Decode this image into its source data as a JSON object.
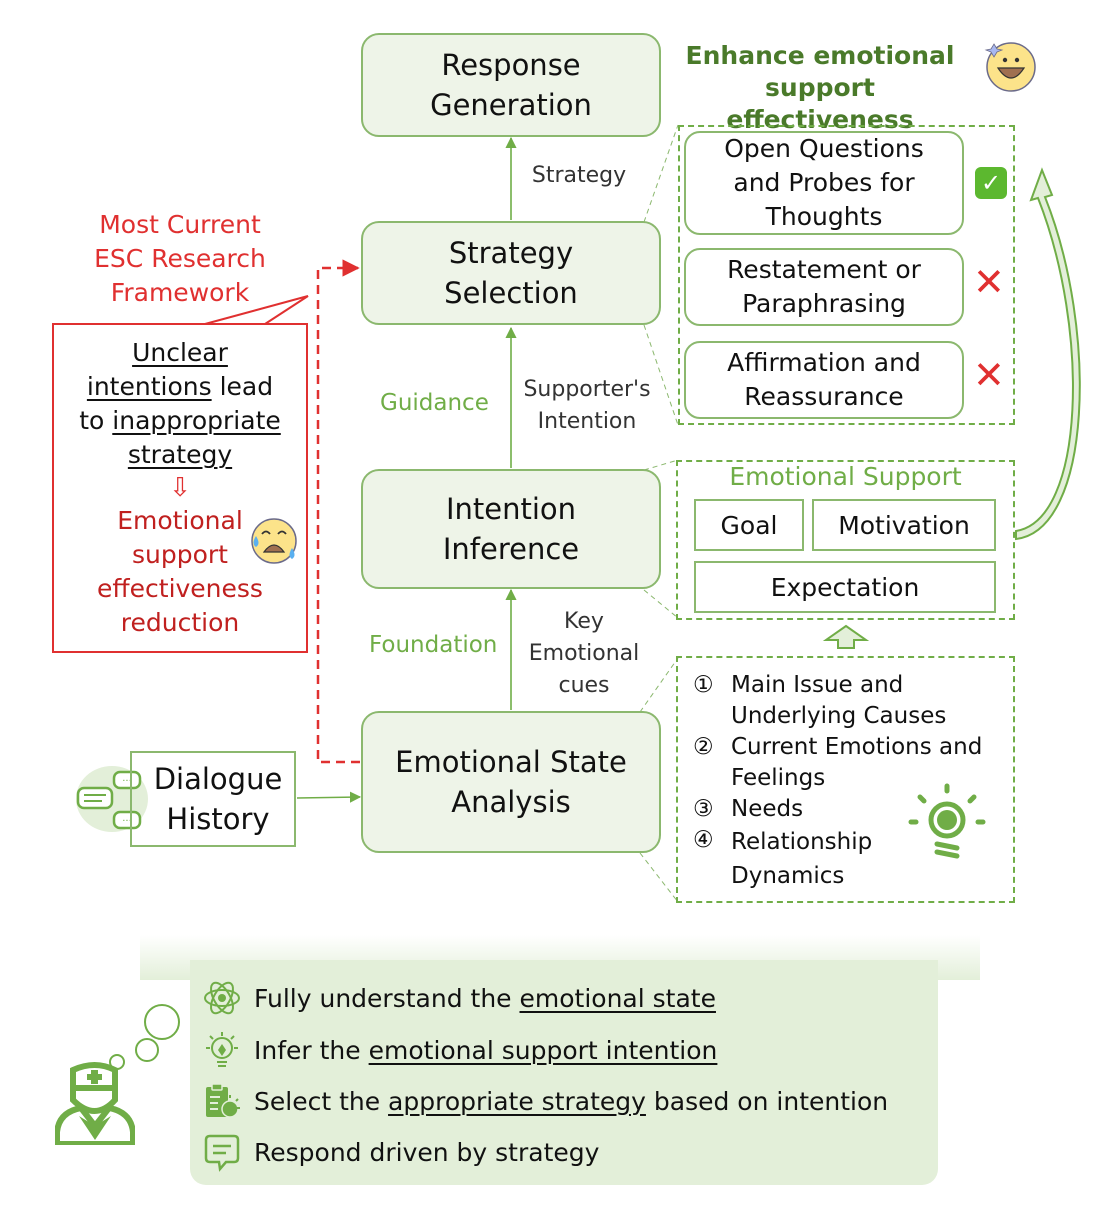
{
  "stages": {
    "response_generation": "Response\nGeneration",
    "strategy_selection": "Strategy\nSelection",
    "intention_inference": "Intention\nInference",
    "emotional_state_analysis": "Emotional State\nAnalysis"
  },
  "input": {
    "dialogue_history": "Dialogue\nHistory"
  },
  "edge_labels": {
    "strategy": "Strategy",
    "supporters_intention": "Supporter's\nIntention",
    "guidance": "Guidance",
    "key_emotional_cues": "Key\nEmotional\ncues",
    "foundation": "Foundation"
  },
  "enhance_title": "Enhance emotional\nsupport effectiveness",
  "strategies": [
    {
      "label": "Open Questions\nand Probes for\nThoughts",
      "status": "correct",
      "mark": "✅"
    },
    {
      "label": "Restatement or\nParaphrasing",
      "status": "wrong",
      "mark": "❌"
    },
    {
      "label": "Affirmation and\nReassurance",
      "status": "wrong",
      "mark": "❌"
    }
  ],
  "intention_panel": {
    "title": "Emotional Support",
    "items": [
      "Goal",
      "Motivation",
      "Expectation"
    ]
  },
  "analysis_items": [
    {
      "num": "①",
      "text": "Main Issue and\nUnderlying Causes"
    },
    {
      "num": "②",
      "text": "Current Emotions and\nFeelings"
    },
    {
      "num": "③",
      "text": "Needs"
    },
    {
      "num": "④",
      "text": "Relationship\nDynamics"
    }
  ],
  "critique": {
    "title": "Most Current\nESC Research\nFramework",
    "line1_u1": "Unclear",
    "line2_u": "intentions",
    "line2_rest": " lead",
    "line3_pre": "to ",
    "line3_u": "inappropriate",
    "line4_u": "strategy",
    "arrow": "⇩",
    "consequence": "Emotional\nsupport\neffectiveness\nreduction"
  },
  "bottom_steps": [
    {
      "icon": "atom-icon",
      "pre": "Fully understand the ",
      "u": "emotional state",
      "post": ""
    },
    {
      "icon": "lightbulb-gear-icon",
      "pre": "Infer the ",
      "u": "emotional support intention",
      "post": ""
    },
    {
      "icon": "clipboard-icon",
      "pre": "Select the ",
      "u": "appropriate strategy",
      "post": " based on intention"
    },
    {
      "icon": "chat-bubble-icon",
      "pre": "Respond driven by strategy",
      "u": "",
      "post": ""
    }
  ],
  "colors": {
    "green": "#70ad47",
    "box_fill": "#eef4e8",
    "red": "#e03030",
    "panel_bg": "#e3efd9"
  }
}
